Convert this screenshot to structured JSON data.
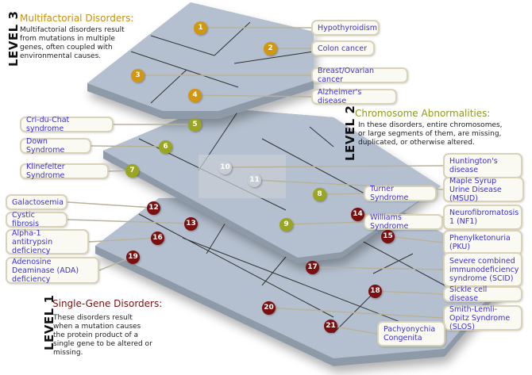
{
  "levels": {
    "level3": {
      "tag": "LEVEL 3",
      "title": "Multifactorial Disorders:",
      "description": "Multifactorial disorders result from mutations in multiple genes, often coupled with environmental causes.",
      "color": "#c8900c"
    },
    "level2": {
      "tag": "LEVEL 2",
      "title": "Chromosome Abnormalities:",
      "description": "In these disorders, entire chromosomes, or large segments of them, are missing, duplicated, or otherwise altered.",
      "color": "#8f9a1a"
    },
    "level1": {
      "tag": "LEVEL 1",
      "title": "Single-Gene Disorders:",
      "description": "These disorders result when a mutation causes the protein product of a single gene to be altered or missing.",
      "color": "#7a1010"
    }
  },
  "markers": [
    {
      "n": "1",
      "level": 3
    },
    {
      "n": "2",
      "level": 3
    },
    {
      "n": "3",
      "level": 3
    },
    {
      "n": "4",
      "level": 3
    },
    {
      "n": "5",
      "level": 2
    },
    {
      "n": "6",
      "level": 2
    },
    {
      "n": "7",
      "level": 2
    },
    {
      "n": "8",
      "level": 2
    },
    {
      "n": "9",
      "level": 2
    },
    {
      "n": "10",
      "level": 0
    },
    {
      "n": "11",
      "level": 0
    },
    {
      "n": "12",
      "level": 1
    },
    {
      "n": "13",
      "level": 1
    },
    {
      "n": "14",
      "level": 1
    },
    {
      "n": "15",
      "level": 1
    },
    {
      "n": "16",
      "level": 1
    },
    {
      "n": "17",
      "level": 1
    },
    {
      "n": "18",
      "level": 1
    },
    {
      "n": "19",
      "level": 1
    },
    {
      "n": "20",
      "level": 1
    },
    {
      "n": "21",
      "level": 1
    }
  ],
  "disorders": [
    {
      "marker": "1",
      "label": "Hypothyroidism"
    },
    {
      "marker": "2",
      "label": "Colon cancer"
    },
    {
      "marker": "3",
      "label": "Breast/Ovarian cancer"
    },
    {
      "marker": "4",
      "label": "Alzheimer's disease"
    },
    {
      "marker": "5",
      "label": "Cri-du-Chat syndrome"
    },
    {
      "marker": "6",
      "label": "Down Syndrome"
    },
    {
      "marker": "7",
      "label": "Klinefelter Syndrome"
    },
    {
      "marker": "10",
      "label": "Huntington's disease"
    },
    {
      "marker": "11",
      "label": "Maple Syrup Urine Disease (MSUD)"
    },
    {
      "marker": "8",
      "label": "Turner Syndrome"
    },
    {
      "marker": "12",
      "label": "Galactosemia"
    },
    {
      "marker": "13",
      "label": "Cystic fibrosis"
    },
    {
      "marker": "9",
      "label": "Williams Syndrome"
    },
    {
      "marker": "14",
      "label": "Neurofibromatosis 1 (NF1)"
    },
    {
      "marker": "15",
      "label": "Phenylketonuria (PKU)"
    },
    {
      "marker": "16",
      "label": "Alpha-1 antitrypsin deficiency"
    },
    {
      "marker": "19",
      "label": "Adenosine Deaminase (ADA) deficiency"
    },
    {
      "marker": "17",
      "label": "Severe combined immunodeficiency syndrome (SCID)"
    },
    {
      "marker": "18",
      "label": "Sickle cell disease"
    },
    {
      "marker": "20",
      "label": "Smith-Lemli-Opitz Syndrome (SLOS)"
    },
    {
      "marker": "21",
      "label": "Pachyonychia Congenita"
    }
  ],
  "colors": {
    "plate": "#b4c0cf",
    "plate_side": "#8e9aa8",
    "connector": "#b9b29a",
    "translucent": "#c9ced4"
  }
}
